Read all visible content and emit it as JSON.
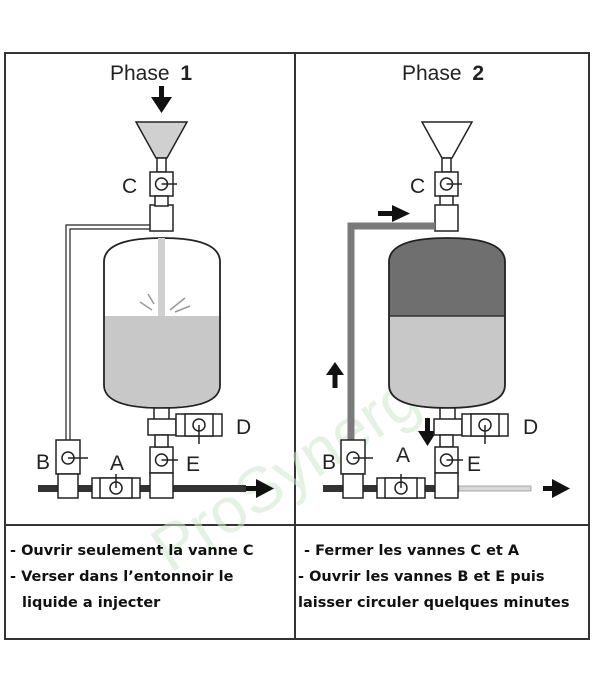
{
  "phases": [
    {
      "title": "Phase",
      "number": "1",
      "valves": {
        "C": "C",
        "A": "A",
        "B": "B",
        "D": "D",
        "E": "E"
      },
      "instructions": [
        "- Ouvrir seulement la vanne C",
        "- Verser dans l’entonnoir le",
        "  liquide a injecter"
      ]
    },
    {
      "title": "Phase",
      "number": "2",
      "valves": {
        "C": "C",
        "A": "A",
        "B": "B",
        "D": "D",
        "E": "E"
      },
      "instructions": [
        "- Fermer les vannes C et A",
        "- Ouvrir les vannes B et E puis",
        "laisser circuler quelques minutes"
      ]
    }
  ],
  "watermark": "ProSynergie",
  "colors": {
    "line": "#222222",
    "liquid_light": "#c8c8c8",
    "liquid_dark": "#6f6f6f",
    "pipe_dark": "#7a7a7a",
    "watermark": "#cfe8cf"
  },
  "icons": [
    "down-arrow-icon",
    "right-arrow-icon",
    "up-arrow-icon",
    "funnel-icon",
    "valve-icon",
    "tank-icon"
  ]
}
